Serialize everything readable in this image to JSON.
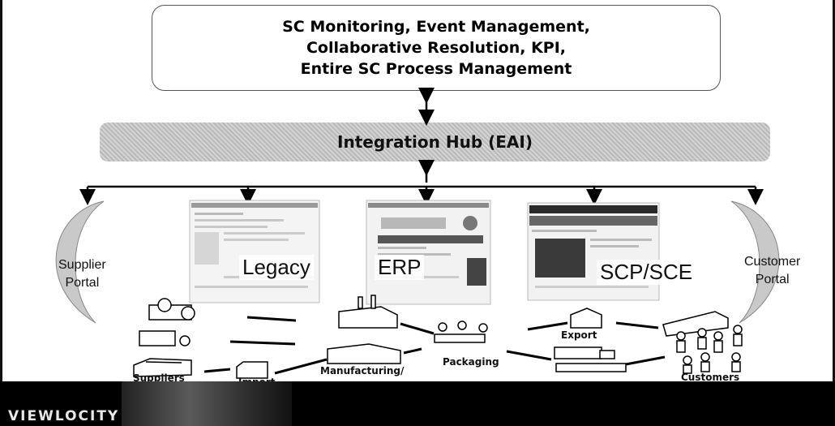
{
  "top_box": {
    "lines": [
      "SC Monitoring, Event Management,",
      "Collaborative Resolution, KPI,",
      "Entire SC Process Management"
    ]
  },
  "hub": {
    "label": "Integration Hub (EAI)"
  },
  "supplier_portal": {
    "line1": "Supplier",
    "line2": "Portal"
  },
  "customer_portal": {
    "line1": "Customer",
    "line2": "Portal"
  },
  "systems": {
    "legacy": "Legacy",
    "erp": "ERP",
    "scp": "SCP/SCE"
  },
  "flow_labels": {
    "suppliers": "Suppliers",
    "import": "Import",
    "manufacturing": "Manufacturing/",
    "packaging": "Packaging",
    "export": "Export",
    "customers": "Customers"
  },
  "footer": {
    "logo": "VIEWLOCITY"
  }
}
